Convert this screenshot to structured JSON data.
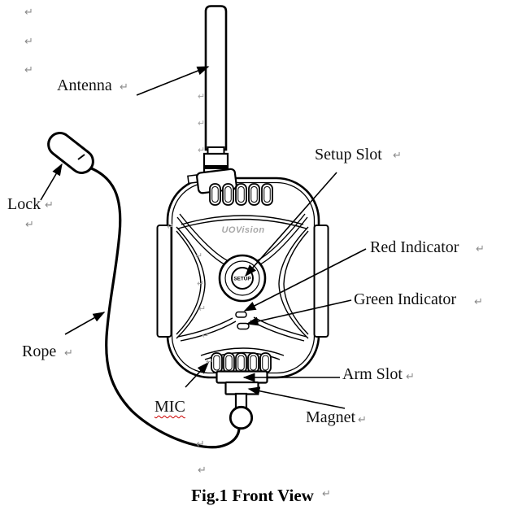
{
  "figure": {
    "caption": "Fig.1 Front View",
    "labels": {
      "antenna": "Antenna",
      "lock": "Lock",
      "rope": "Rope",
      "mic": "MIC",
      "setup_slot": "Setup Slot",
      "red_indicator": "Red Indicator",
      "green_indicator": "Green Indicator",
      "arm_slot": "Arm Slot",
      "magnet": "Magnet"
    },
    "device": {
      "brand": "UOVision",
      "setup_button": "SETUP"
    },
    "formatting_mark": "↵",
    "colors": {
      "line": "#000000",
      "label_text": "#111111",
      "formatting_mark": "#8a8a8a",
      "spellcheck_underline": "#cc0000",
      "logo_gray": "#a9a9a9",
      "background": "#ffffff"
    }
  }
}
